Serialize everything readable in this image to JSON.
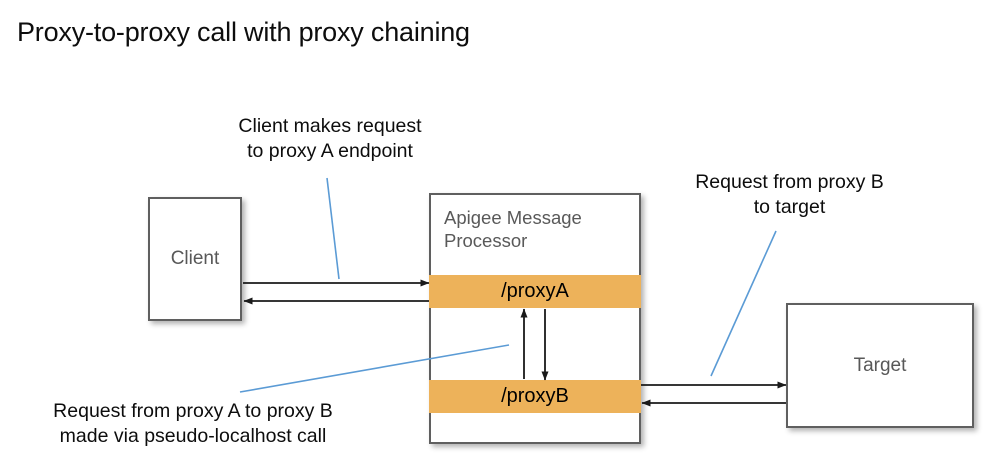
{
  "diagram": {
    "title": "Proxy-to-proxy call with proxy chaining",
    "nodes": {
      "client": {
        "label": "Client"
      },
      "message_processor": {
        "label": "Apigee Message Processor",
        "bands": [
          {
            "label": "/proxyA"
          },
          {
            "label": "/proxyB"
          }
        ]
      },
      "target": {
        "label": "Target"
      }
    },
    "annotations": [
      {
        "id": "client-request",
        "text": "Client makes request\nto proxy A endpoint"
      },
      {
        "id": "target-request",
        "text": "Request from proxy B\nto target"
      },
      {
        "id": "chained-request",
        "text": "Request from proxy A to proxy B\nmade via pseudo-localhost call"
      }
    ],
    "colors": {
      "band": "#edb25a",
      "box_border": "#5f5f5f",
      "arrow": "#1a1a1a",
      "leader_line": "#5b9bd5",
      "title_text": "#0d0d0d",
      "node_text": "#585858"
    }
  }
}
